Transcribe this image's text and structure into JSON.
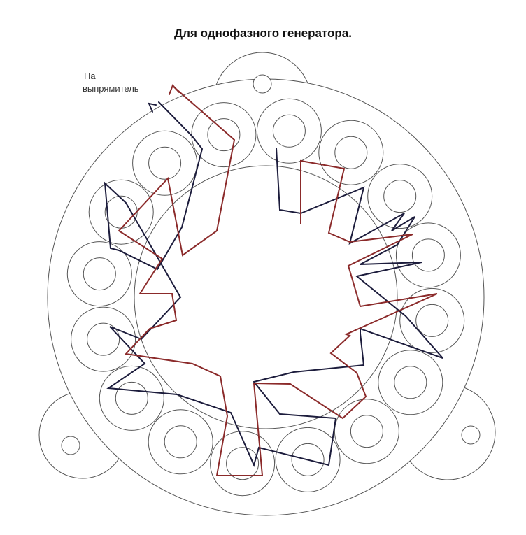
{
  "title": "Для однофазного генератора.",
  "rectifier_label": [
    "На",
    "выпрямитель"
  ],
  "colors": {
    "outline": "#555555",
    "wire_dark": "#1c1c3c",
    "wire_red": "#8b2a2a"
  },
  "diagram": {
    "coil_count": 16,
    "mounting_lugs": 3,
    "wires": [
      "dark",
      "red"
    ]
  }
}
